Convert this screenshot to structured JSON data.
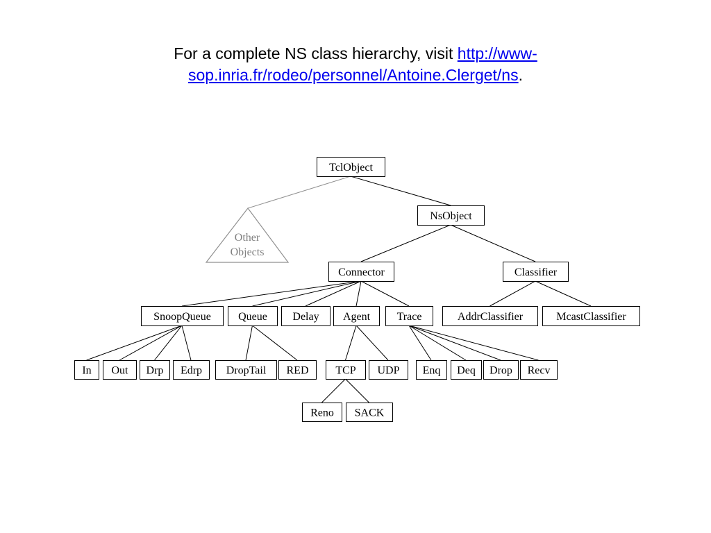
{
  "title": {
    "prefix": "For a complete NS class hierarchy, visit ",
    "link_line1": "http://www-",
    "link_line2": "sop.inria.fr/rodeo/personnel/Antoine.Clerget/ns",
    "suffix": "."
  },
  "diagram": {
    "other_objects": [
      "Other",
      "Objects"
    ],
    "nodes": [
      {
        "id": "tclobject",
        "label": "TclObject",
        "parent": null
      },
      {
        "id": "nsobject",
        "label": "NsObject",
        "parent": "tclobject"
      },
      {
        "id": "connector",
        "label": "Connector",
        "parent": "nsobject"
      },
      {
        "id": "classifier",
        "label": "Classifier",
        "parent": "nsobject"
      },
      {
        "id": "snoopqueue",
        "label": "SnoopQueue",
        "parent": "connector"
      },
      {
        "id": "queue",
        "label": "Queue",
        "parent": "connector"
      },
      {
        "id": "delay",
        "label": "Delay",
        "parent": "connector"
      },
      {
        "id": "agent",
        "label": "Agent",
        "parent": "connector"
      },
      {
        "id": "trace",
        "label": "Trace",
        "parent": "connector"
      },
      {
        "id": "addrclassifier",
        "label": "AddrClassifier",
        "parent": "classifier"
      },
      {
        "id": "mcastclassifier",
        "label": "McastClassifier",
        "parent": "classifier"
      },
      {
        "id": "in",
        "label": "In",
        "parent": "snoopqueue"
      },
      {
        "id": "out",
        "label": "Out",
        "parent": "snoopqueue"
      },
      {
        "id": "drp",
        "label": "Drp",
        "parent": "snoopqueue"
      },
      {
        "id": "edrp",
        "label": "Edrp",
        "parent": "snoopqueue"
      },
      {
        "id": "droptail",
        "label": "DropTail",
        "parent": "queue"
      },
      {
        "id": "red",
        "label": "RED",
        "parent": "queue"
      },
      {
        "id": "tcp",
        "label": "TCP",
        "parent": "agent"
      },
      {
        "id": "udp",
        "label": "UDP",
        "parent": "agent"
      },
      {
        "id": "enq",
        "label": "Enq",
        "parent": "trace"
      },
      {
        "id": "deq",
        "label": "Deq",
        "parent": "trace"
      },
      {
        "id": "drop",
        "label": "Drop",
        "parent": "trace"
      },
      {
        "id": "recv",
        "label": "Recv",
        "parent": "trace"
      },
      {
        "id": "reno",
        "label": "Reno",
        "parent": "tcp"
      },
      {
        "id": "sack",
        "label": "SACK",
        "parent": "tcp"
      }
    ]
  }
}
